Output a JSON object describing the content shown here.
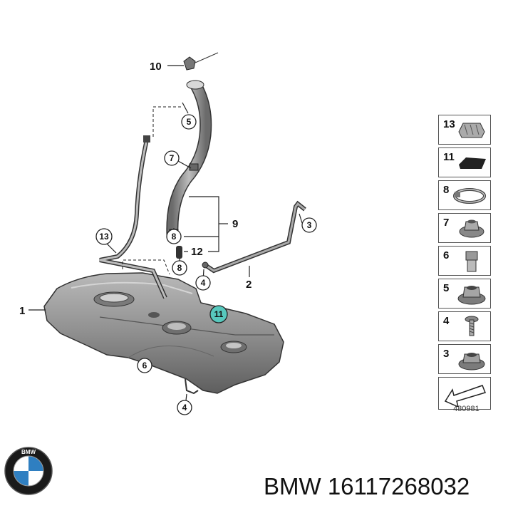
{
  "callouts": {
    "c10": "10",
    "c5": "5",
    "c7": "7",
    "c13": "13",
    "c8a": "8",
    "c8b": "8",
    "c12": "12",
    "c9": "9",
    "c3": "3",
    "c2": "2",
    "c4a": "4",
    "c4b": "4",
    "c1": "1",
    "c11": "11",
    "c6": "6"
  },
  "legend": [
    {
      "num": "13",
      "icon": "clip-icon"
    },
    {
      "num": "11",
      "icon": "pad-icon"
    },
    {
      "num": "8",
      "icon": "hose-clamp-icon"
    },
    {
      "num": "7",
      "icon": "flange-nut-icon"
    },
    {
      "num": "6",
      "icon": "sleeve-nut-icon"
    },
    {
      "num": "5",
      "icon": "collar-nut-icon"
    },
    {
      "num": "4",
      "icon": "screw-icon"
    },
    {
      "num": "3",
      "icon": "hex-nut-icon"
    }
  ],
  "reference_number": "480981",
  "brand_logo": {
    "text": "BMW"
  },
  "part_label": "BMW 16117268032",
  "colors": {
    "highlight": "#57c8bd",
    "tank": "#8a8a8a",
    "line": "#222222"
  }
}
